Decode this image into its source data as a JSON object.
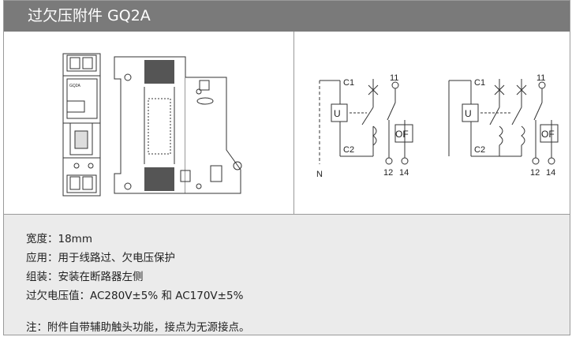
{
  "header": {
    "title": "过欠压附件 GQ2A"
  },
  "product": {
    "label": "GQ2A"
  },
  "diagram1": {
    "c1": "C1",
    "c2": "C2",
    "u": "U",
    "n": "N",
    "t11": "11",
    "of": "OF",
    "t12": "12",
    "t14": "14"
  },
  "diagram2": {
    "c1": "C1",
    "c2": "C2",
    "u": "U",
    "t11": "11",
    "of": "OF",
    "t12": "12",
    "t14": "14"
  },
  "specs": {
    "width": "宽度：18mm",
    "application": "应用：用于线路过、欠电压保护",
    "assembly": "组装：安装在断路器左侧",
    "voltage": "过欠电压值：AC280V±5% 和 AC170V±5%",
    "note": "注：附件自带辅助触头功能，接点为无源接点。"
  }
}
